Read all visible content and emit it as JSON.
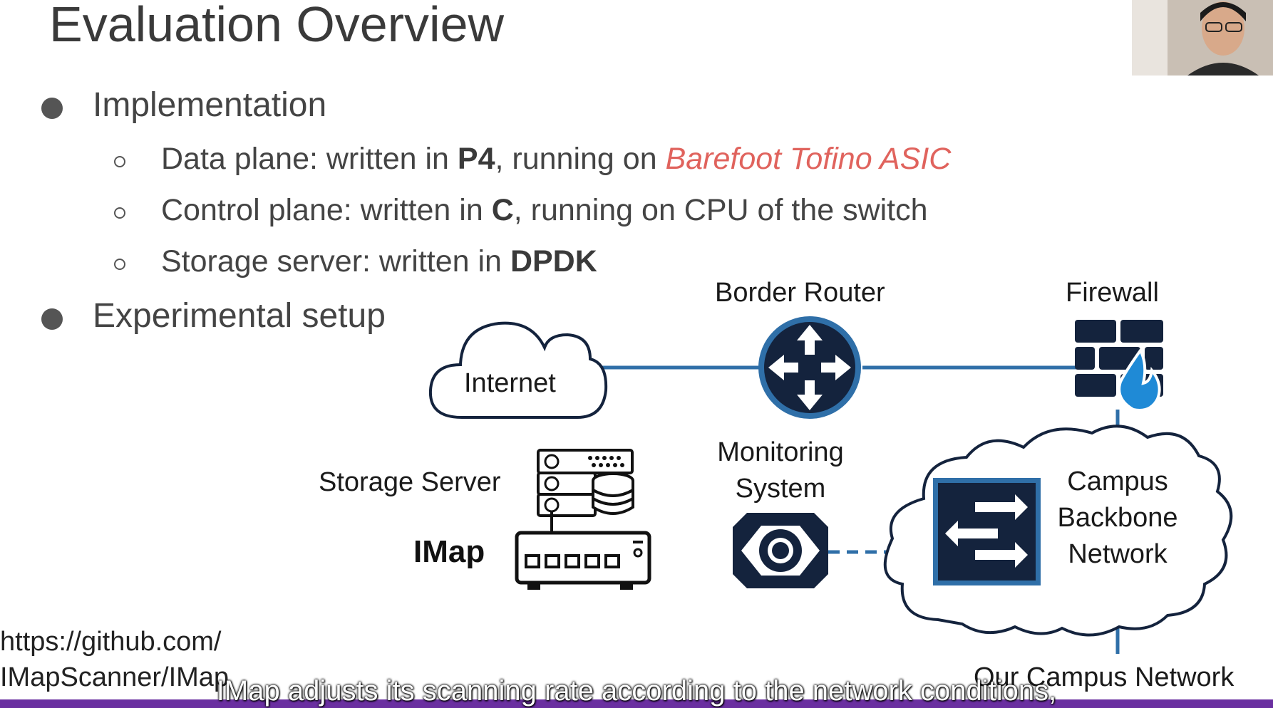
{
  "slide": {
    "title": "Evaluation Overview",
    "bullets": [
      {
        "label": "Implementation",
        "items": [
          {
            "prefix": "Data plane: written in ",
            "bold": "P4",
            "mid": ", running on ",
            "highlight": "Barefoot Tofino ASIC"
          },
          {
            "prefix": "Control plane: written in ",
            "bold": "C",
            "suffix": ", running on CPU of the switch"
          },
          {
            "prefix": "Storage server: written in ",
            "bold": "DPDK"
          }
        ]
      },
      {
        "label": "Experimental setup"
      }
    ],
    "link_line1": "https://github.com/",
    "link_line2": "IMapScanner/IMap"
  },
  "diagram": {
    "internet": "Internet",
    "border_router": "Border Router",
    "firewall": "Firewall",
    "storage_server": "Storage Server",
    "imap": "IMap",
    "monitoring_line1": "Monitoring",
    "monitoring_line2": "System",
    "campus_line1": "Campus",
    "campus_line2": "Backbone",
    "campus_line3": "Network",
    "our_campus": "Our Campus Network"
  },
  "colors": {
    "accent_red": "#e0635d",
    "diagram_navy": "#14233d",
    "link_blue": "#2f6fa8",
    "bottom_bar": "#6a2fa0"
  },
  "icons": [
    "cloud-icon",
    "router-icon",
    "firewall-icon",
    "server-icon",
    "database-icon",
    "switch-icon",
    "eye-icon"
  ],
  "caption": "IMap adjusts its scanning rate according to the network conditions,"
}
